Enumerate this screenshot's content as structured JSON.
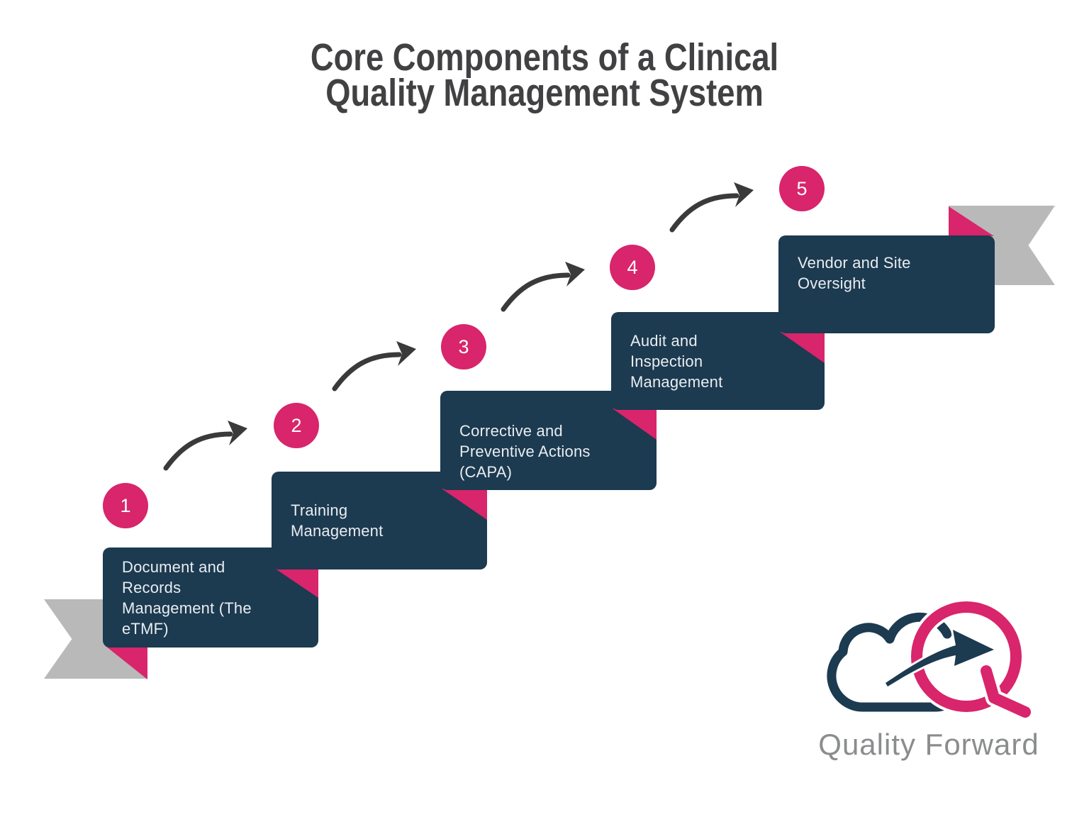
{
  "title": "Core Components of a Clinical\nQuality Management System",
  "steps": [
    {
      "number": "1",
      "label": "Document and\nRecords\nManagement (The\neTMF)"
    },
    {
      "number": "2",
      "label": "Training\nManagement"
    },
    {
      "number": "3",
      "label": "Corrective and\nPreventive Actions\n(CAPA)"
    },
    {
      "number": "4",
      "label": "Audit and\nInspection\nManagement"
    },
    {
      "number": "5",
      "label": "Vendor and Site\nOversight"
    }
  ],
  "logo": {
    "brand": "Quality Forward"
  },
  "colors": {
    "navy": "#1C3A50",
    "pink": "#D8256B",
    "ribbon_gray": "#B9B9B9",
    "title_gray": "#414042",
    "arrow_dark": "#3A3A3A",
    "box_text": "#E9EDF0",
    "logo_text_gray": "#8B8C8E"
  }
}
